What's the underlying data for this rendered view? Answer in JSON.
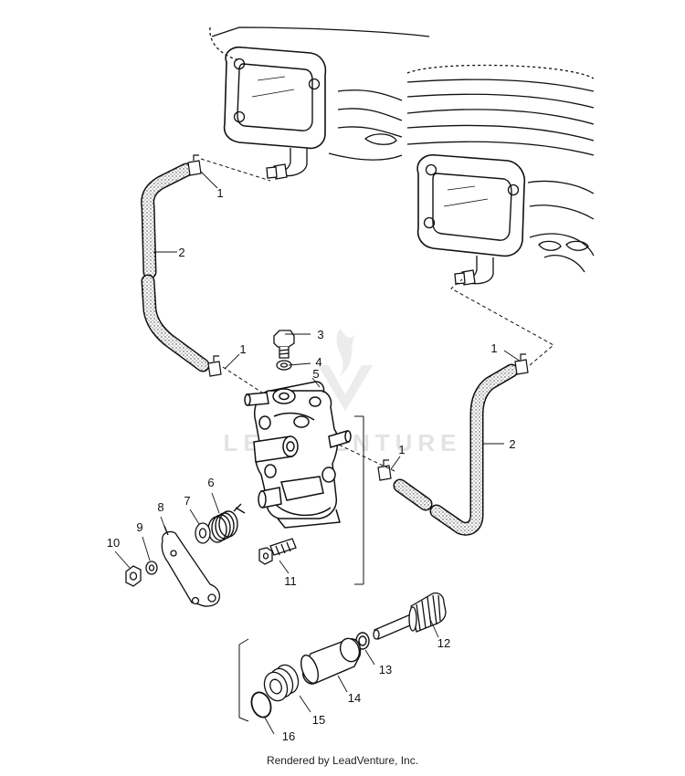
{
  "callouts": [
    "1",
    "2",
    "3",
    "4",
    "5",
    "1",
    "1",
    "2",
    "1",
    "6",
    "7",
    "8",
    "9",
    "10",
    "11",
    "12",
    "13",
    "14",
    "15",
    "16"
  ],
  "watermark": "LEADVENTURE",
  "footer": "Rendered by LeadVenture, Inc."
}
